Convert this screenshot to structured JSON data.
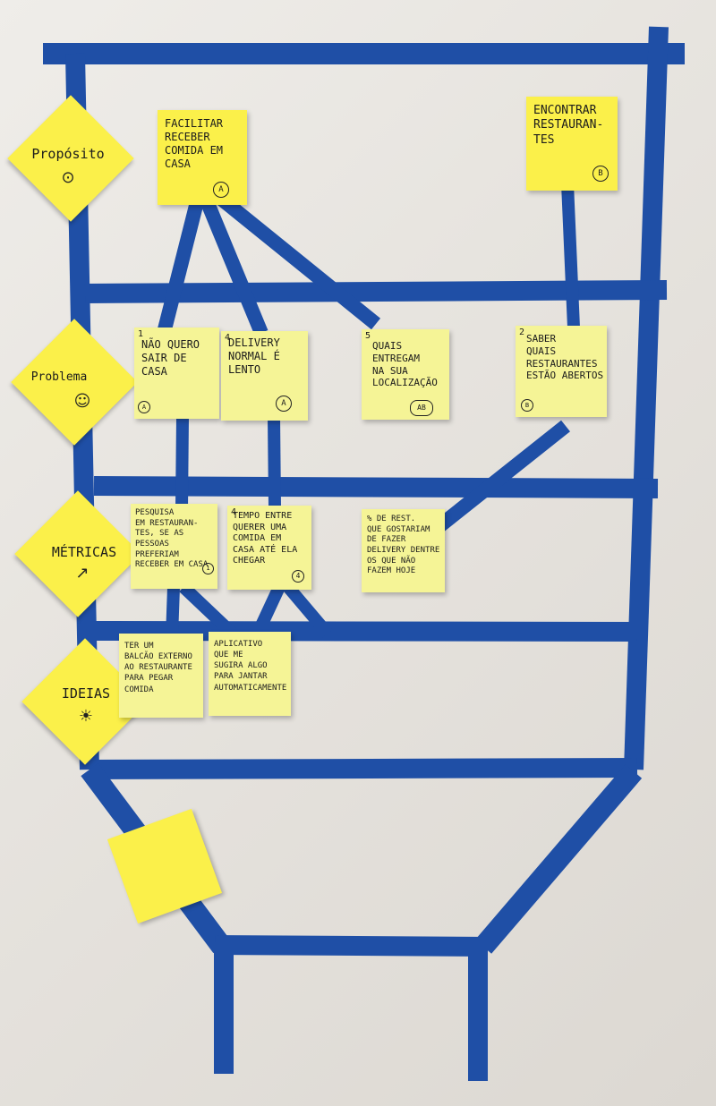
{
  "colors": {
    "tape": "#1f4fa6",
    "sticky_bright": "#fbf04a",
    "sticky_pale": "#f5f496",
    "ink": "#1c1c1c"
  },
  "rows": [
    {
      "label": "Propósito",
      "icon": "compass-icon"
    },
    {
      "label": "Problema",
      "icon": "stick-figure-icon"
    },
    {
      "label": "Métricas",
      "icon": "trend-chart-icon"
    },
    {
      "label": "Ideias",
      "icon": "lightbulb-icon"
    }
  ],
  "notes": {
    "proposito_1": {
      "text": "Facilitar\nreceber\ncomida em\ncasa",
      "badge": "A"
    },
    "proposito_2": {
      "text": "Encontrar\nrestauran-\ntes",
      "badge": "B"
    },
    "problema_1": {
      "num": "1",
      "text": "Não quero\nsair de\ncasa",
      "badge": "A"
    },
    "problema_2": {
      "num": "4",
      "text": "Delivery\nnormal é\nlento",
      "badge": "A"
    },
    "problema_3": {
      "num": "5",
      "text": "Quais\nentregam\nna sua\nlocalização",
      "badge": "AB"
    },
    "problema_4": {
      "num": "2",
      "text": "Saber\nquais\nrestaurantes\nestão abertos",
      "badge": "B"
    },
    "metricas_1": {
      "text": "Pesquisa\nem restauran-\ntes, se as\npessoas\npreferiam\nreceber em casa",
      "badge": "1"
    },
    "metricas_2": {
      "num": "4",
      "text": "Tempo entre\nquerer uma\ncomida em\ncasa até ela\nchegar",
      "badge": "4"
    },
    "metricas_3": {
      "text": "% de rest.\nque gostariam\nde fazer\ndelivery dentre\nos que não\nfazem hoje"
    },
    "ideias_1": {
      "text": "Ter um\nbalcão externo\nao restaurante\npara pegar\ncomida"
    },
    "ideias_2": {
      "text": "Aplicativo\nque me\nsugira algo\npara jantar\nautomaticamente"
    }
  }
}
